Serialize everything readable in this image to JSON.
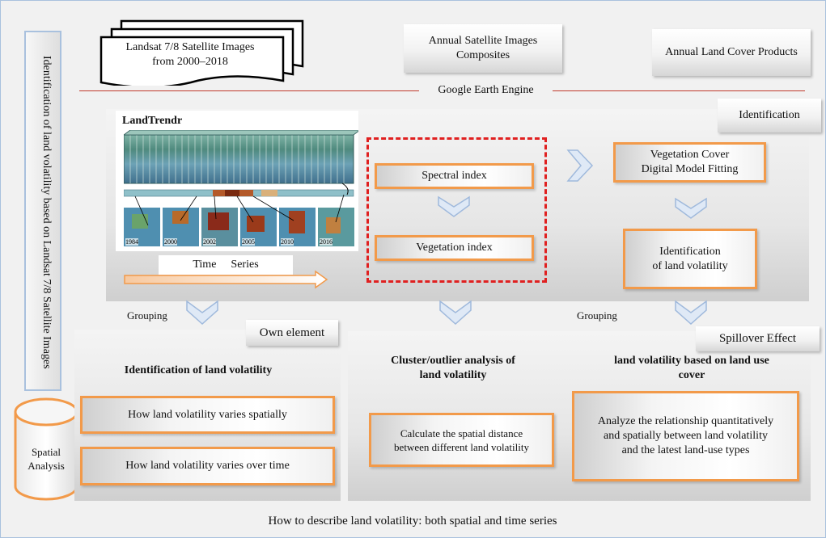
{
  "side_title": "Identification of land volatility based on Landsat 7/8 Satellite Images",
  "spatial_analysis": {
    "line1": "Spatial",
    "line2": "Analysis"
  },
  "top": {
    "landsat_line1": "Landsat 7/8 Satellite Images",
    "landsat_line2": "from 2000–2018",
    "composites_line1": "Annual Satellite Images",
    "composites_line2": "Composites",
    "land_cover": "Annual Land Cover Products",
    "gee": "Google Earth Engine"
  },
  "identification_panel": {
    "tag": "Identification",
    "landtrendr": "LandTrendr",
    "thumb_years": [
      "1984",
      "2000",
      "2002",
      "2005",
      "2010",
      "2016"
    ],
    "time_series_1": "Time",
    "time_series_2": "Series",
    "spectral_index": "Spectral index",
    "vegetation_index": "Vegetation index",
    "vcdm_line1": "Vegetation Cover",
    "vcdm_line2": "Digital Model Fitting",
    "ident_line1": "Identification",
    "ident_line2": "of land volatility"
  },
  "grouping_left": "Grouping",
  "grouping_right": "Grouping",
  "own_element": {
    "tag": "Own element",
    "title": "Identification of land volatility",
    "item1": "How land volatility varies spatially",
    "item2": "How land volatility varies over time"
  },
  "spillover": {
    "tag": "Spillover Effect",
    "cluster_line1": "Cluster/outlier analysis of",
    "cluster_line2": "land volatility",
    "calc_line1": "Calculate the spatial distance",
    "calc_line2": "between different land volatility",
    "lu_line1": "land volatility based on land use",
    "lu_line2": "cover",
    "analyze_line1": "Analyze the relationship quantitatively",
    "analyze_line2": "and spatially between land volatility",
    "analyze_line3": "and the latest land-use types"
  },
  "footer": "How to describe land volatility: both spatial and time series",
  "colors": {
    "orange": "#f29a4a",
    "red_dash": "#e02020",
    "chevron": "#9fb9dc",
    "frame": "#a9c1de"
  }
}
